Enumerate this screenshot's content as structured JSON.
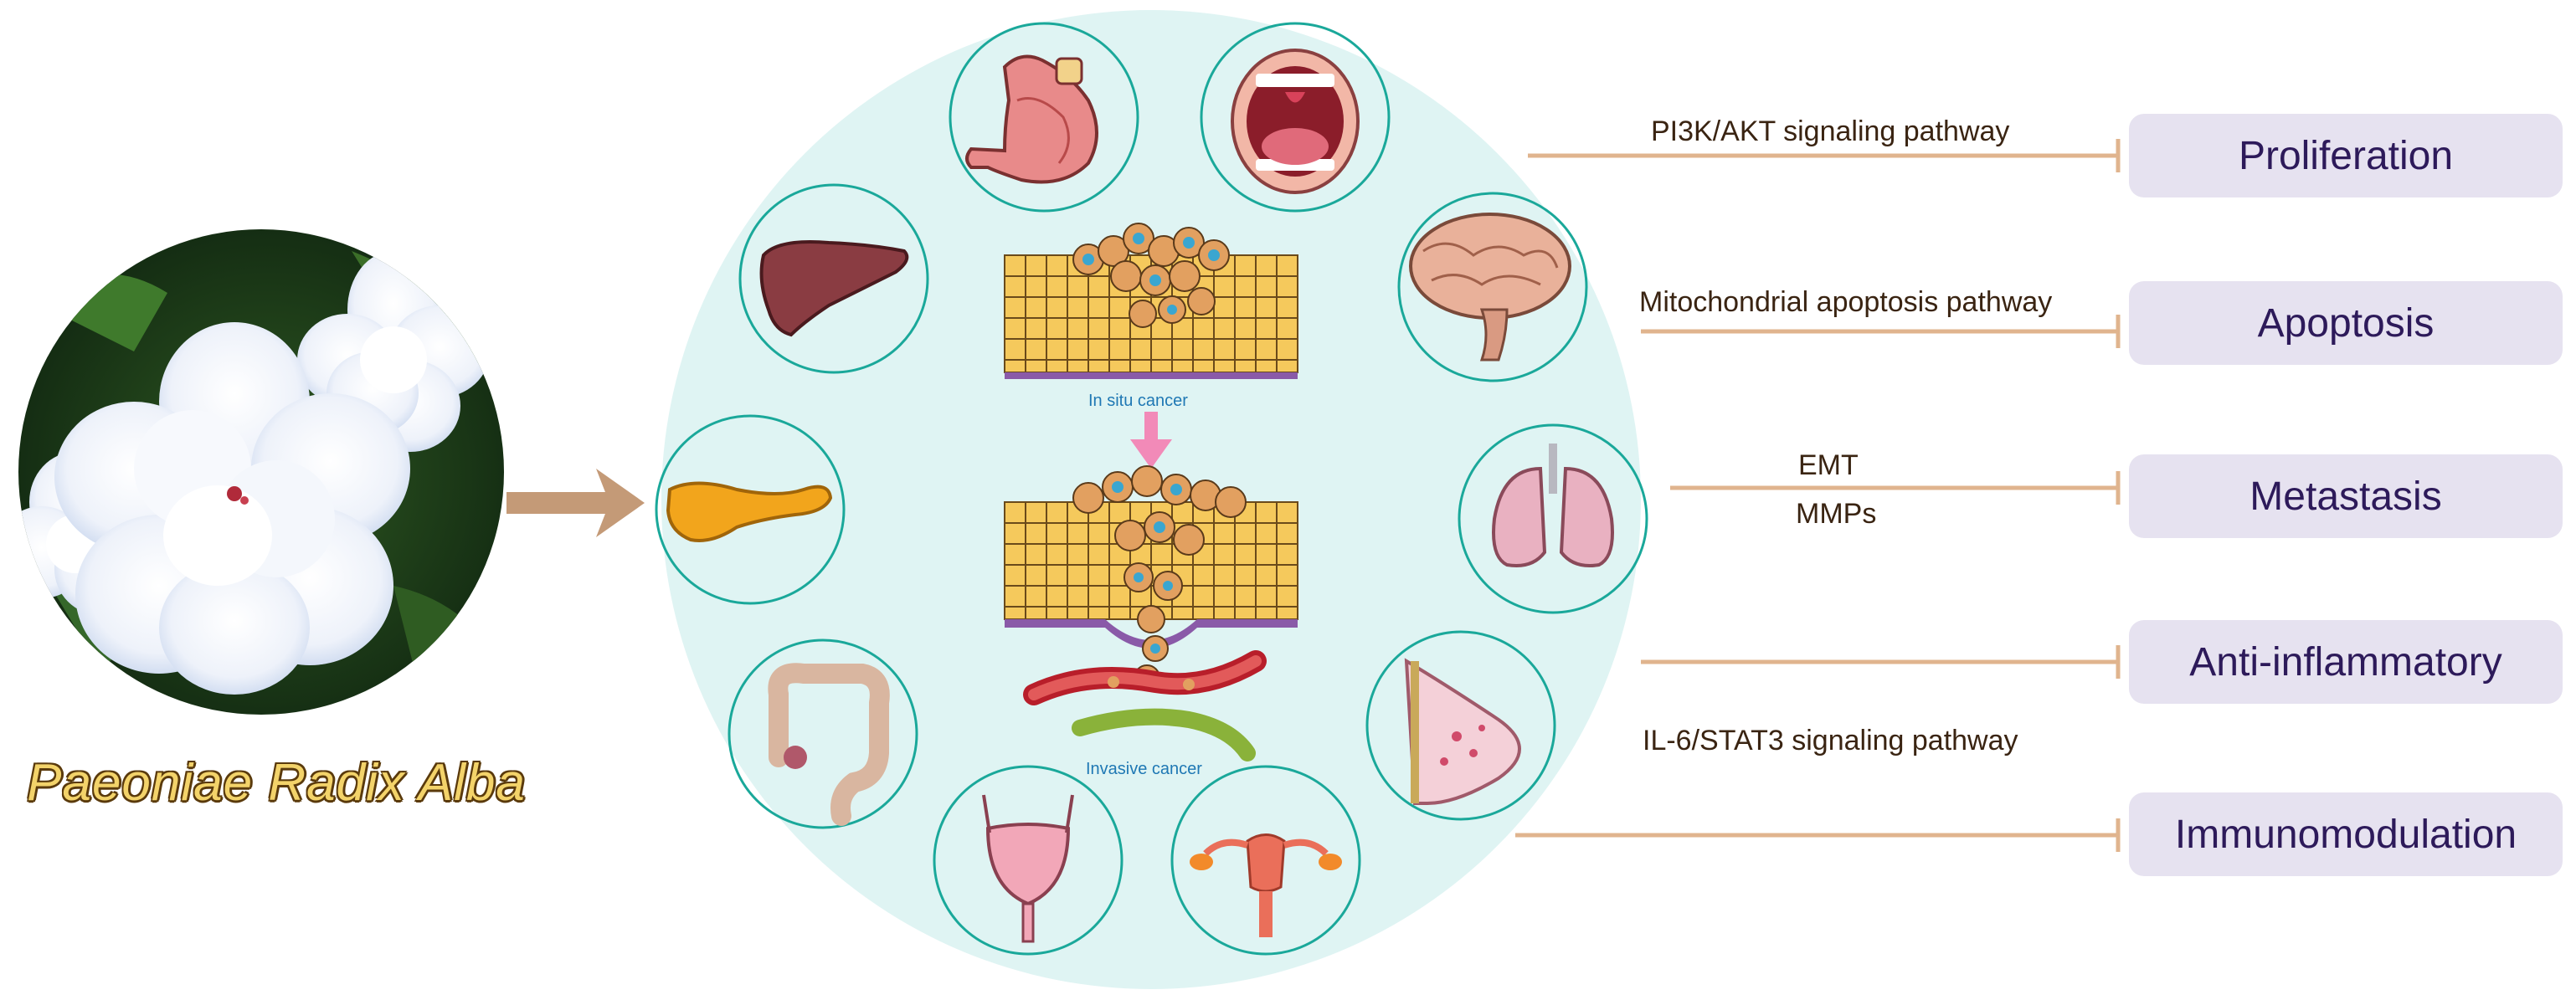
{
  "herb": {
    "name": "Paeoniae Radix Alba"
  },
  "cancer": {
    "in_situ_label": "In situ cancer",
    "invasive_label": "Invasive cancer"
  },
  "organs": [
    "stomach-icon",
    "mouth-icon",
    "liver-icon",
    "brain-icon",
    "pancreas-icon",
    "lung-icon",
    "colon-icon",
    "breast-icon",
    "bladder-icon",
    "uterus-icon"
  ],
  "pathways": {
    "pi3k": "PI3K/AKT signaling pathway",
    "mito": "Mitochondrial apoptosis pathway",
    "emt": "EMT",
    "mmps": "MMPs",
    "il6": "IL-6/STAT3 signaling pathway"
  },
  "outcomes": [
    "Proliferation",
    "Apoptosis",
    "Metastasis",
    "Anti-inflammatory",
    "Immunomodulation"
  ],
  "colors": {
    "circle_bg": "#dff4f3",
    "organ_ring": "#1aa89a",
    "arrow": "#c49a77",
    "inhibit_line": "#e0b48e",
    "outcome_box": "#e6e2f0"
  }
}
